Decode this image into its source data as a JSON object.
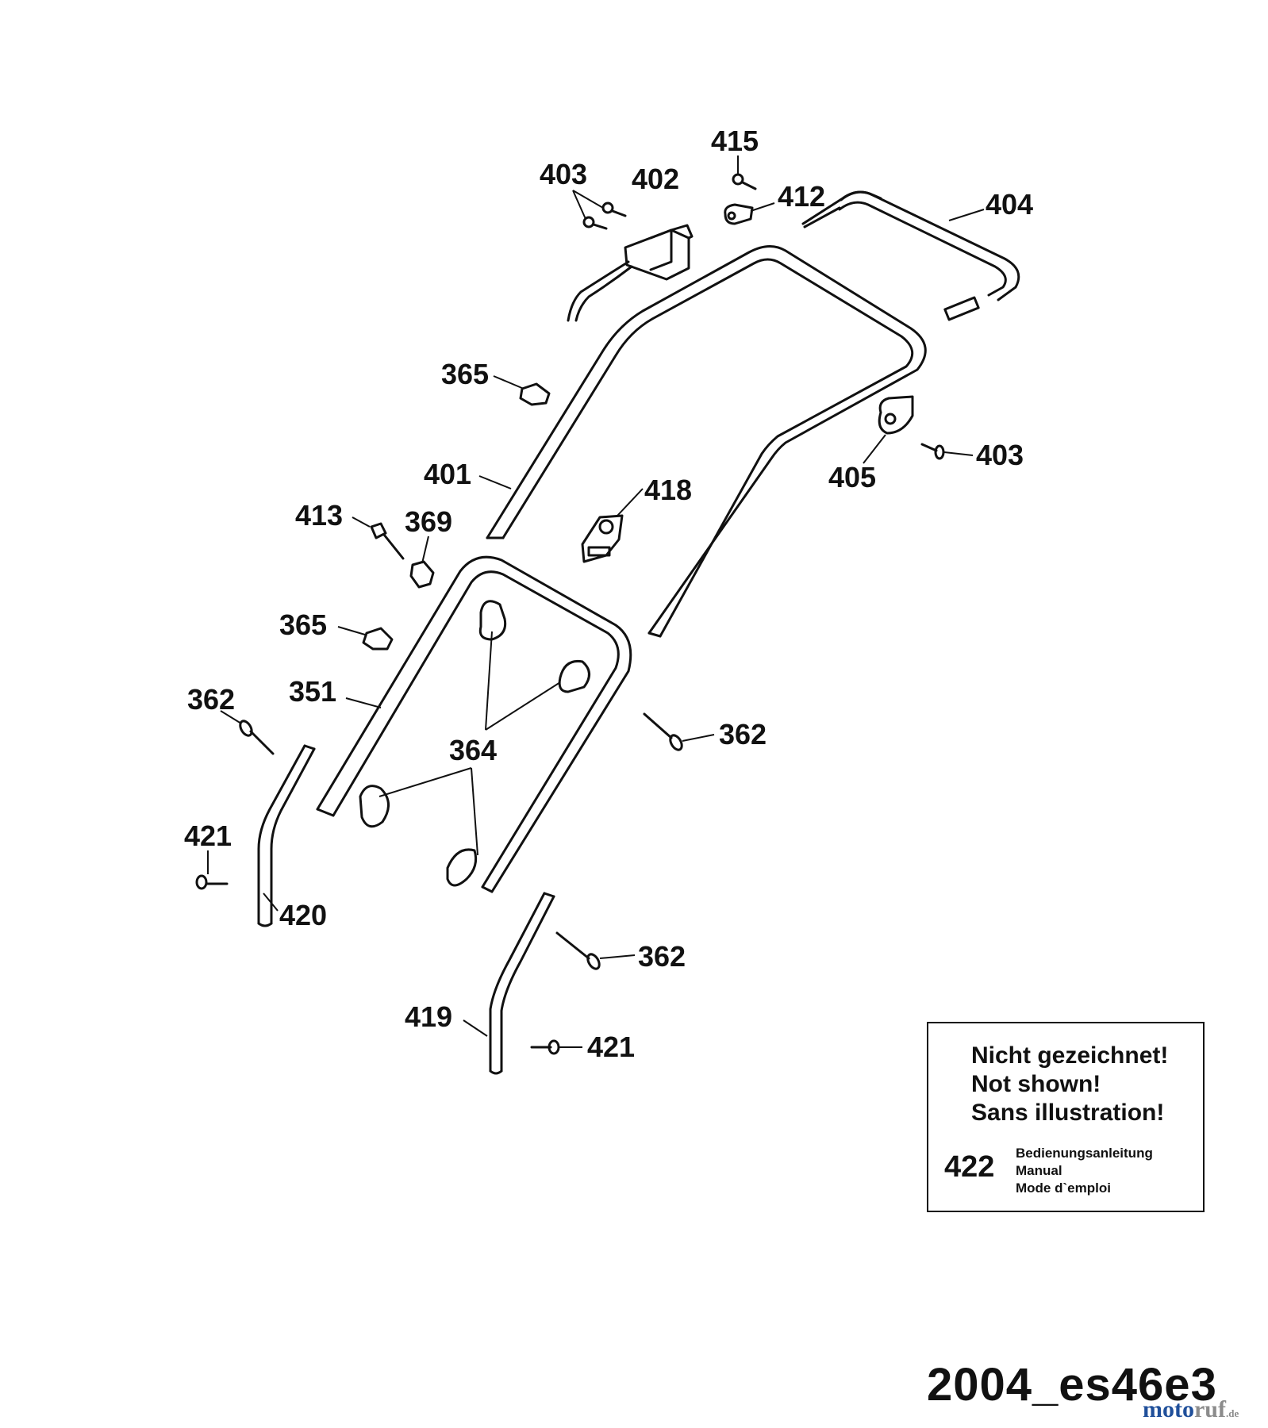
{
  "diagram": {
    "callouts": [
      {
        "id": "c415",
        "label": "415"
      },
      {
        "id": "c403a",
        "label": "403"
      },
      {
        "id": "c402",
        "label": "402"
      },
      {
        "id": "c412",
        "label": "412"
      },
      {
        "id": "c404",
        "label": "404"
      },
      {
        "id": "c365a",
        "label": "365"
      },
      {
        "id": "c403b",
        "label": "403"
      },
      {
        "id": "c405",
        "label": "405"
      },
      {
        "id": "c401",
        "label": "401"
      },
      {
        "id": "c418",
        "label": "418"
      },
      {
        "id": "c413",
        "label": "413"
      },
      {
        "id": "c369",
        "label": "369"
      },
      {
        "id": "c365b",
        "label": "365"
      },
      {
        "id": "c362a",
        "label": "362"
      },
      {
        "id": "c351",
        "label": "351"
      },
      {
        "id": "c362b",
        "label": "362"
      },
      {
        "id": "c364",
        "label": "364"
      },
      {
        "id": "c421a",
        "label": "421"
      },
      {
        "id": "c420",
        "label": "420"
      },
      {
        "id": "c362c",
        "label": "362"
      },
      {
        "id": "c419",
        "label": "419"
      },
      {
        "id": "c421b",
        "label": "421"
      }
    ]
  },
  "note_box": {
    "lines": [
      "Nicht gezeichnet!",
      "Not shown!",
      "Sans illustration!"
    ],
    "part_number": "422",
    "part_descriptions": [
      "Bedienungsanleitung",
      "Manual",
      "Mode d`emploi"
    ]
  },
  "drawing_code": "2004_es46e3",
  "watermark": {
    "part1": "moto",
    "part2": "ruf",
    "suffix": ".de"
  },
  "colors": {
    "line": "#111111",
    "watermark_blue": "#1f4f9a",
    "watermark_gray": "#8c8c8c"
  }
}
